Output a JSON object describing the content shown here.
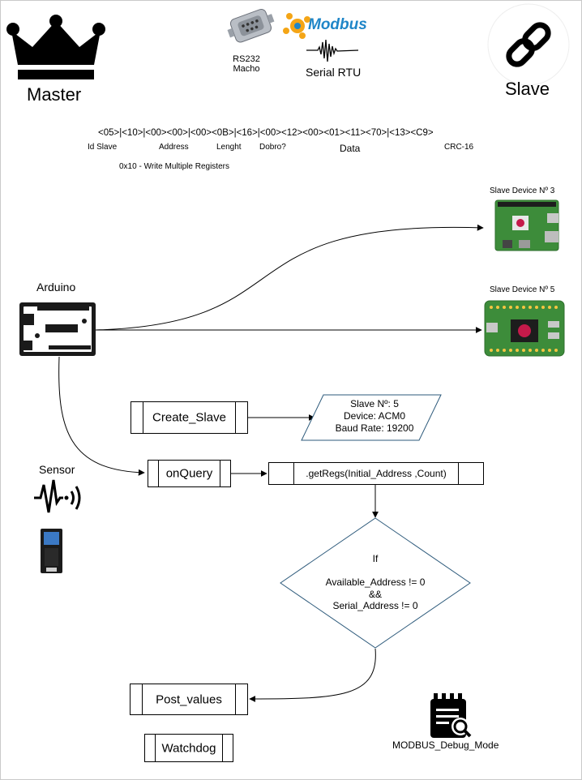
{
  "header": {
    "master_label": "Master",
    "slave_label": "Slave",
    "rs232_line1": "RS232",
    "rs232_line2": "Macho",
    "modbus_logo_text": "Modbus",
    "serial_rtu": "Serial RTU"
  },
  "frame": {
    "bytes": "<05>|<10>|<00><00>|<00><0B>|<16>|<00><12><00><01><11><70>|<13><C9>",
    "labels": {
      "id_slave": "Id Slave",
      "address": "Address",
      "lenght": "Lenght",
      "dobro": "Dobro?",
      "data": "Data",
      "crc": "CRC-16"
    },
    "function_note": "0x10 - Write Multiple Registers"
  },
  "devices": {
    "arduino": "Arduino",
    "sensor": "Sensor",
    "slave3": "Slave Device Nº 3",
    "slave5": "Slave Device Nº 5"
  },
  "flow": {
    "create_slave": "Create_Slave",
    "slave_info": [
      "Slave Nº: 5",
      "Device: ACM0",
      "Baud Rate: 19200"
    ],
    "on_query": "onQuery",
    "get_regs": ".getRegs(Initial_Address ,Count)",
    "decision": [
      "If",
      "",
      "Available_Address != 0",
      "&&",
      "Serial_Address != 0"
    ],
    "post_values": "Post_values",
    "watchdog": "Watchdog",
    "debug_mode": "MODBUS_Debug_Mode"
  },
  "colors": {
    "flow_line": "#000000",
    "decision_stroke": "#2d5a7b",
    "pi_board": "#3d8c3a",
    "modbus_blue": "#1f86c8",
    "modbus_orange": "#f4a516"
  },
  "icons": {
    "master": "crown-icon",
    "slave": "chain-link-icon",
    "rs232": "db9-connector-icon",
    "serial": "waveform-icon",
    "sensor": "signal-wave-icon",
    "debug": "clipboard-search-icon"
  }
}
